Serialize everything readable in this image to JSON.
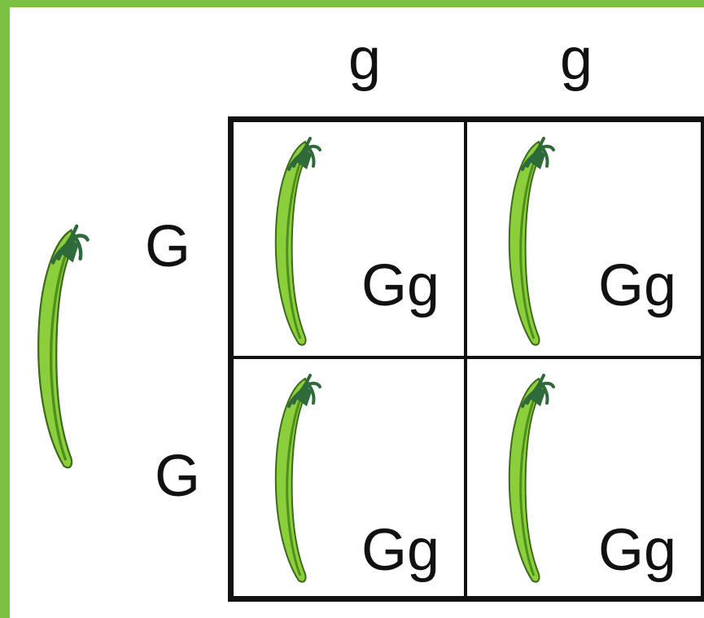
{
  "punnett": {
    "top_alleles": [
      "g",
      "g"
    ],
    "left_alleles": [
      "G",
      "G"
    ],
    "cells": [
      {
        "genotype": "Gg",
        "icon": "pea-pod-icon"
      },
      {
        "genotype": "Gg",
        "icon": "pea-pod-icon"
      },
      {
        "genotype": "Gg",
        "icon": "pea-pod-icon"
      },
      {
        "genotype": "Gg",
        "icon": "pea-pod-icon"
      }
    ]
  },
  "parent": {
    "icon": "pea-pod-icon"
  },
  "colors": {
    "border_accent": "#7cc142",
    "pod_light": "#8ccf3c",
    "pod_dark": "#4f8f1e",
    "stem": "#2f6b3a",
    "lines": "#111111"
  }
}
